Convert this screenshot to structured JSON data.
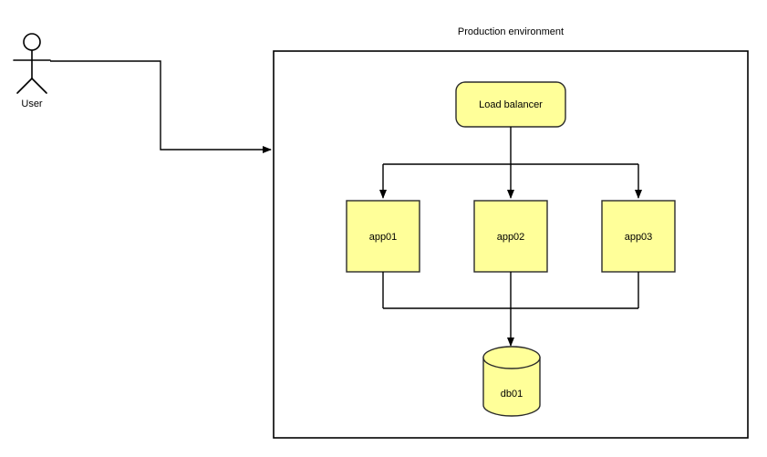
{
  "diagram": {
    "type": "architecture-diagram",
    "background_color": "#ffffff",
    "shape_fill_color": "#ffff99",
    "shape_stroke_color": "#2b2b2b",
    "edge_color": "#000000",
    "actor": {
      "label": "User",
      "icon": "stick-figure-actor-icon"
    },
    "container": {
      "title": "Production environment"
    },
    "nodes": [
      {
        "id": "lb",
        "label": "Load balancer",
        "shape": "rounded-rectangle"
      },
      {
        "id": "app01",
        "label": "app01",
        "shape": "rectangle"
      },
      {
        "id": "app02",
        "label": "app02",
        "shape": "rectangle"
      },
      {
        "id": "app03",
        "label": "app03",
        "shape": "rectangle"
      },
      {
        "id": "db01",
        "label": "db01",
        "shape": "cylinder"
      }
    ],
    "edges": [
      {
        "from": "User",
        "to": "Production environment",
        "arrow": "end"
      },
      {
        "from": "lb",
        "to": "app01",
        "arrow": "end"
      },
      {
        "from": "lb",
        "to": "app02",
        "arrow": "end"
      },
      {
        "from": "lb",
        "to": "app03",
        "arrow": "end"
      },
      {
        "from": "app01",
        "to": "db01",
        "arrow": "end"
      },
      {
        "from": "app02",
        "to": "db01",
        "arrow": "end"
      },
      {
        "from": "app03",
        "to": "db01",
        "arrow": "end"
      }
    ]
  }
}
